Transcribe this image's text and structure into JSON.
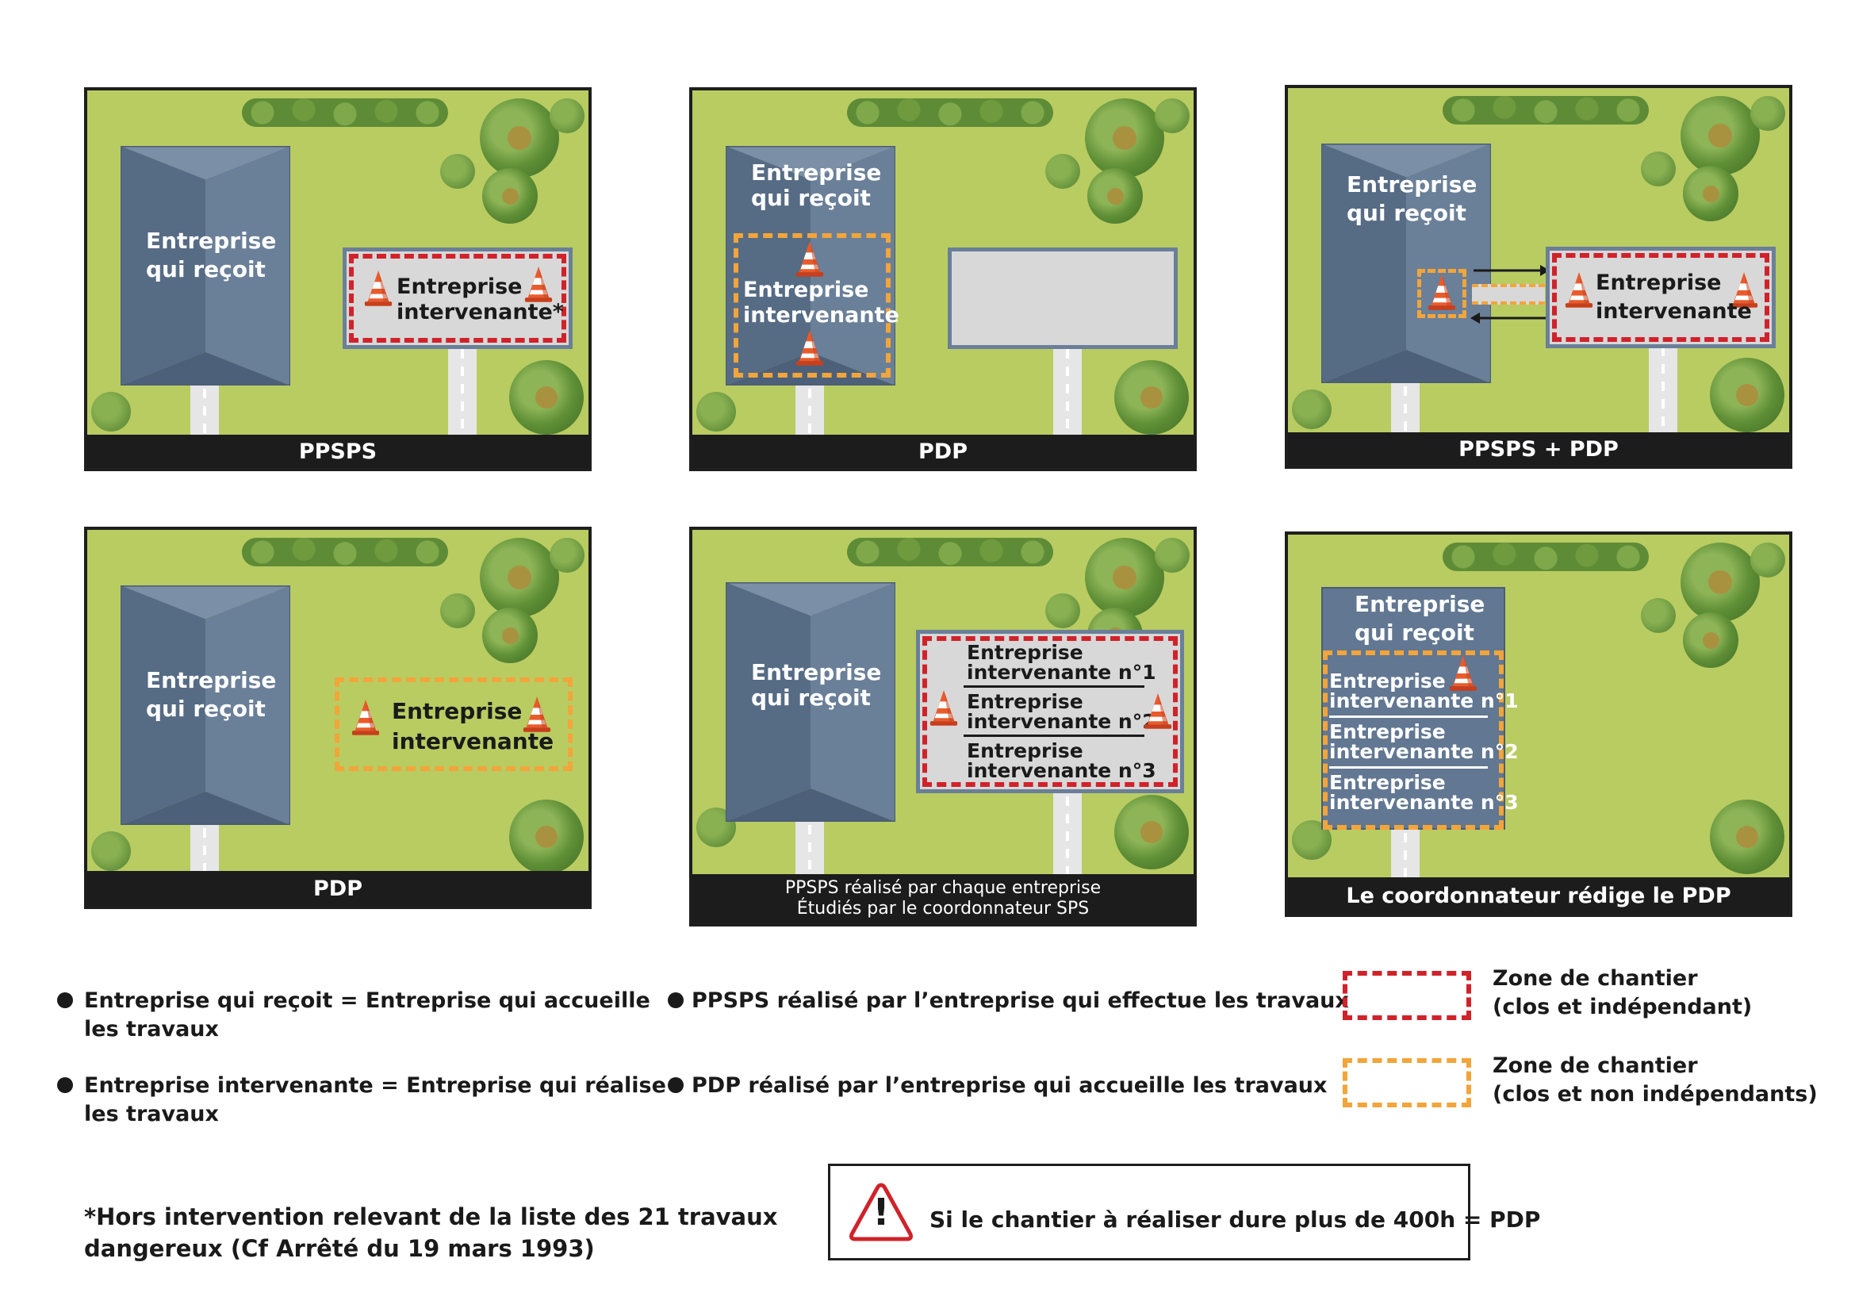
{
  "panels": [
    {
      "caption": "PPSPS",
      "receiver": "Entreprise\nqui reçoit",
      "worker": "Entreprise\nintervenante*"
    },
    {
      "caption": "PDP",
      "receiver": "Entreprise\nqui reçoit",
      "worker": "Entreprise\nintervenante"
    },
    {
      "caption": "PPSPS + PDP",
      "receiver": "Entreprise\nqui reçoit",
      "worker": "Entreprise\nintervenante"
    },
    {
      "caption": "PDP",
      "receiver": "Entreprise\nqui reçoit",
      "worker": "Entreprise\nintervenante"
    },
    {
      "caption_line1": "PPSPS réalisé par chaque entreprise",
      "caption_line2": "Étudiés par le coordonnateur SPS",
      "receiver": "Entreprise\nqui reçoit",
      "workers": [
        "Entreprise\nintervenante n°1",
        "Entreprise\nintervenante n°2",
        "Entreprise\nintervenante n°3"
      ]
    },
    {
      "caption": "Le coordonnateur rédige le PDP",
      "receiver": "Entreprise\nqui reçoit",
      "workers": [
        "Entreprise\nintervenante n°1",
        "Entreprise\nintervenante n°2",
        "Entreprise\nintervenante n°3"
      ]
    }
  ],
  "legend": {
    "def1": "Entreprise qui reçoit = Entreprise qui accueille\nles travaux",
    "def2": "Entreprise intervenante = Entreprise qui réalise\nles travaux",
    "rule1": "PPSPS réalisé par l’entreprise qui effectue les travaux",
    "rule2": "PDP réalisé par l’entreprise qui accueille les travaux",
    "zone_red": "Zone de chantier\n(clos et indépendant)",
    "zone_orange": "Zone de chantier\n(clos et non indépendants)",
    "footnote": "*Hors intervention relevant de la liste des 21 travaux\ndangereux (Cf Arrêté du 19 mars 1993)",
    "warning": "Si le chantier à réaliser dure plus de 400h = PDP",
    "warning_glyph": "!"
  },
  "colors": {
    "grass": "#b9cc62",
    "roof": "#6a7f98",
    "zone_red": "#d0222a",
    "zone_orange": "#f2a53a",
    "cone": "#e8582a"
  }
}
